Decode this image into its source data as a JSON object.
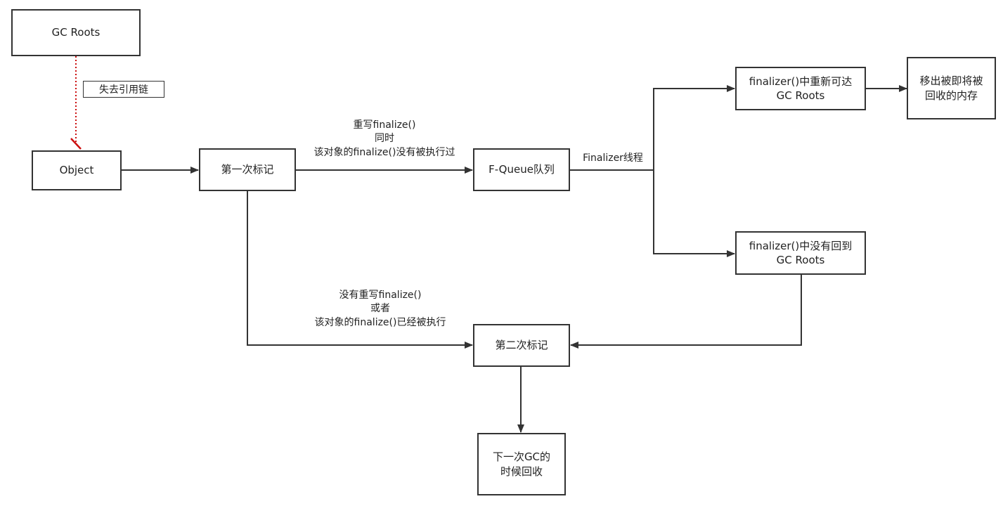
{
  "diagram": {
    "nodes": {
      "gc_roots": "GC Roots",
      "object": "Object",
      "first_mark": "第一次标记",
      "f_queue": "F-Queue队列",
      "reachable": "finalizer()中重新可达\nGC Roots",
      "remove": "移出被即将被\n回收的内存",
      "not_returned": "finalizer()中没有回到\nGC Roots",
      "second_mark": "第二次标记",
      "next_gc": "下一次GC的\n时候回收"
    },
    "labels": {
      "lost_chain": "失去引用链",
      "to_queue": "重写finalize()\n同时\n该对象的finalize()没有被执行过",
      "finalizer_thread": "Finalizer线程",
      "to_second": "没有重写finalize()\n或者\n该对象的finalize()已经被执行"
    },
    "colors": {
      "line": "#333333",
      "broken_link": "#cc1111"
    }
  }
}
